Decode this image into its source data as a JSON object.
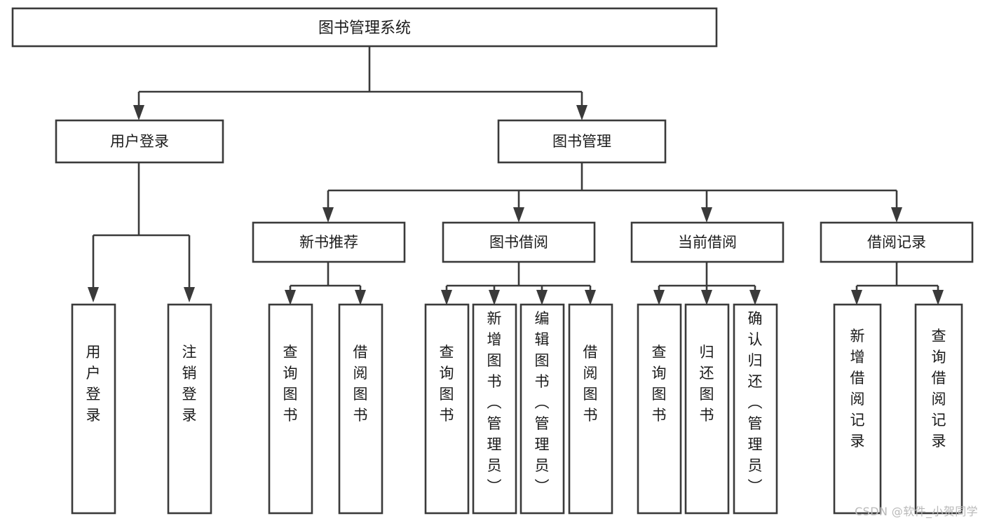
{
  "diagram": {
    "title": "图书管理系统",
    "type": "tree-hierarchy",
    "orientation": "top-down",
    "watermark": "CSDN @软件_小贺同学",
    "colors": {
      "background": "#ffffff",
      "box_fill": "#ffffff",
      "box_stroke": "#3a3a3a",
      "text": "#1b1b1b",
      "watermark": "#b9b9b9"
    },
    "root": {
      "label": "图书管理系统"
    },
    "level2": [
      {
        "id": "user-login",
        "label": "用户登录"
      },
      {
        "id": "book-manage",
        "label": "图书管理"
      }
    ],
    "level3": [
      {
        "id": "new-book-rec",
        "label": "新书推荐",
        "parent": "book-manage"
      },
      {
        "id": "book-borrow",
        "label": "图书借阅",
        "parent": "book-manage"
      },
      {
        "id": "current-borrow",
        "label": "当前借阅",
        "parent": "book-manage"
      },
      {
        "id": "borrow-record",
        "label": "借阅记录",
        "parent": "book-manage"
      }
    ],
    "leaves": {
      "user-login": [
        {
          "id": "leaf-user-login",
          "label": "用户登录"
        },
        {
          "id": "leaf-logout",
          "label": "注销登录"
        }
      ],
      "new-book-rec": [
        {
          "id": "leaf-query-book-1",
          "label": "查询图书"
        },
        {
          "id": "leaf-borrow-book-1",
          "label": "借阅图书"
        }
      ],
      "book-borrow": [
        {
          "id": "leaf-query-book-2",
          "label": "查询图书"
        },
        {
          "id": "leaf-add-book",
          "label": "新增图书（管理员）"
        },
        {
          "id": "leaf-edit-book",
          "label": "编辑图书（管理员）"
        },
        {
          "id": "leaf-borrow-book-2",
          "label": "借阅图书"
        }
      ],
      "current-borrow": [
        {
          "id": "leaf-query-book-3",
          "label": "查询图书"
        },
        {
          "id": "leaf-return-book",
          "label": "归还图书"
        },
        {
          "id": "leaf-confirm-return",
          "label": "确认归还（管理员）"
        }
      ],
      "borrow-record": [
        {
          "id": "leaf-add-record",
          "label": "新增借阅记录"
        },
        {
          "id": "leaf-query-record",
          "label": "查询借阅记录"
        }
      ]
    }
  }
}
